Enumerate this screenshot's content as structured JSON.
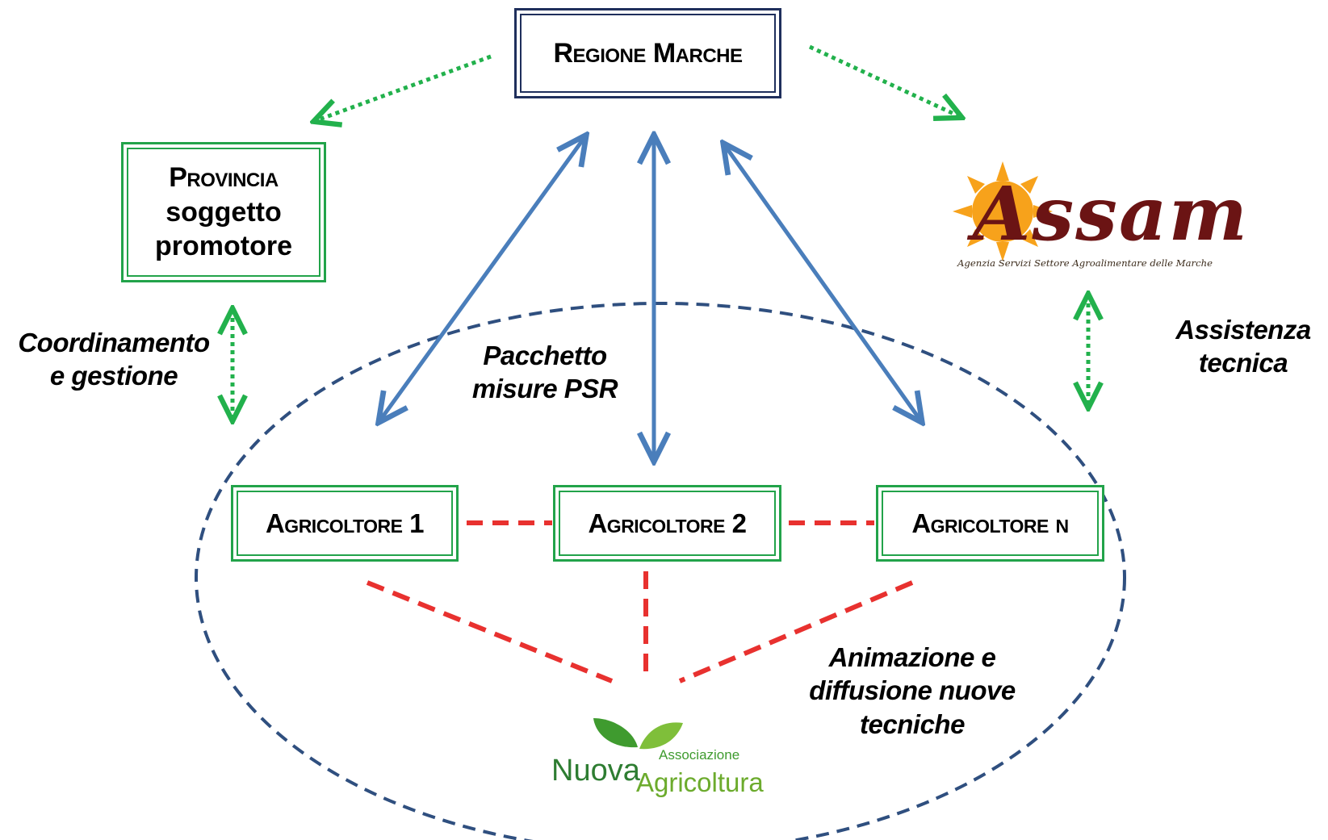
{
  "nodes": {
    "regione": {
      "label": "Regione Marche"
    },
    "provincia": {
      "line1": "Provincia",
      "line2": "soggetto",
      "line3": "promotore"
    },
    "agri1": {
      "label": "Agricoltore 1"
    },
    "agri2": {
      "label": "Agricoltore 2"
    },
    "agriN": {
      "label": "Agricoltore n"
    }
  },
  "annotations": {
    "coordinamento": {
      "line1": "Coordinamento",
      "line2": "e gestione"
    },
    "assistenza": {
      "line1": "Assistenza",
      "line2": "tecnica"
    },
    "pacchetto": {
      "line1": "Pacchetto",
      "line2": "misure PSR"
    },
    "animazione": {
      "line1": "Animazione e",
      "line2": "diffusione nuove",
      "line3": "tecniche"
    }
  },
  "logos": {
    "assam": {
      "wordmark": "Assam",
      "tagline": "Agenzia Servizi Settore Agroalimentare delle Marche"
    },
    "nuova_agricoltura": {
      "word1": "Nuova",
      "word2": "Agricoltura",
      "word3": "Associazione"
    }
  },
  "colors": {
    "green_border": "#22a34a",
    "navy_border": "#1f2f5c",
    "blue_arrow": "#4a7ebb",
    "green_dotted": "#22b14c",
    "red_dashed": "#e8312f",
    "ellipse_dashed": "#2f4f7f",
    "assam_sun": "#f7a21b",
    "assam_text": "#6b1414"
  }
}
